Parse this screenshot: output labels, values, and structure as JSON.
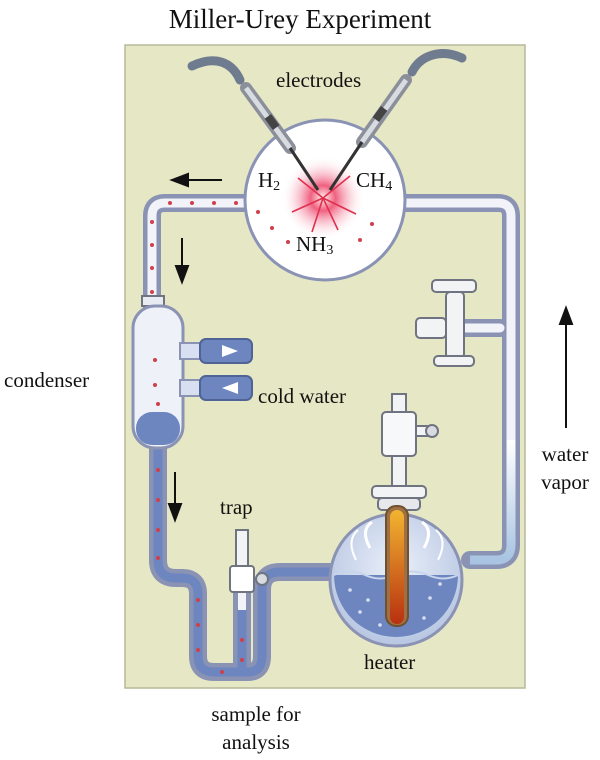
{
  "title": "Miller-Urey Experiment",
  "labels": {
    "electrodes": "electrodes",
    "h2_base": "H",
    "h2_sub": "2",
    "ch4_base": "CH",
    "ch4_sub": "4",
    "nh3_base": "NH",
    "nh3_sub": "3",
    "condenser": "condenser",
    "cold_water": "cold water",
    "water_line1": "water",
    "water_line2": "vapor",
    "trap": "trap",
    "heater": "heater",
    "sample_line1": "sample for",
    "sample_line2": "analysis"
  },
  "colors": {
    "panel": "#e6e7c4",
    "tube_outer": "#8a93b4",
    "tube_inner": "#f4f5f8",
    "liquid": "#6d86c0",
    "spark": "#e03050",
    "dots": "#d0404a",
    "heater_rod": "#e08a10"
  }
}
